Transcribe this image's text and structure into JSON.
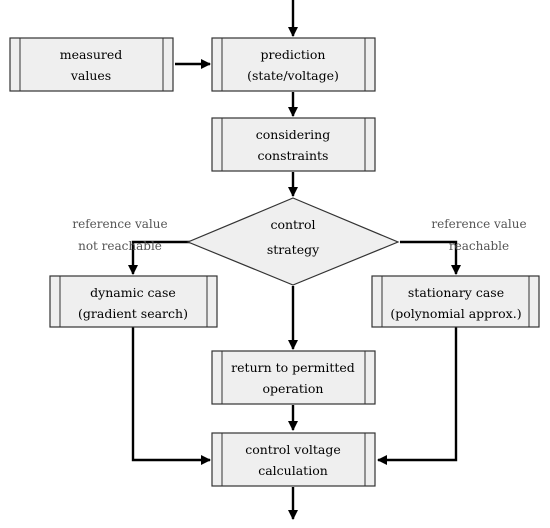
{
  "diagram": {
    "colors": {
      "box_fill": "#efefef",
      "box_stroke": "#333333",
      "line": "#000000",
      "side_label": "#555555"
    },
    "nodes": {
      "measured": {
        "line1": "measured",
        "line2": "values"
      },
      "prediction": {
        "line1": "prediction",
        "line2": "(state/voltage)"
      },
      "constraints": {
        "line1": "considering",
        "line2": "constraints"
      },
      "decision": {
        "line1": "control",
        "line2": "strategy"
      },
      "dynamic": {
        "line1": "dynamic case",
        "line2": "(gradient search)"
      },
      "stationary": {
        "line1": "stationary case",
        "line2": "(polynomial approx.)"
      },
      "return": {
        "line1": "return to permitted",
        "line2": "operation"
      },
      "calc": {
        "line1": "control voltage",
        "line2": "calculation"
      }
    },
    "branch_labels": {
      "left": {
        "line1": "reference value",
        "line2": "not reachable"
      },
      "right": {
        "line1": "reference value",
        "line2": "reachable"
      }
    }
  }
}
